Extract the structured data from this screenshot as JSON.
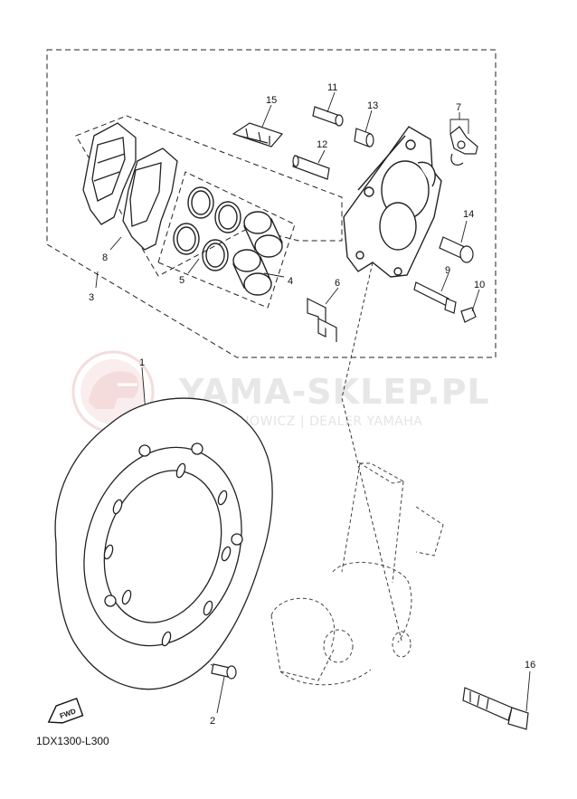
{
  "watermark": {
    "title": "YAMA-SKLEP.PL",
    "subtitle": "WOJCIECHOWICZ | DEALER YAMAHA",
    "logo": "yamaha-helmet-logo",
    "color": "#e9b3b3"
  },
  "diagram_code": "1DX1300-L300",
  "fwd_label": "FWD",
  "callouts": {
    "c1": "1",
    "c2": "2",
    "c3": "3",
    "c4": "4",
    "c5": "5",
    "c6": "6",
    "c7": "7",
    "c8": "8",
    "c9": "9",
    "c10": "10",
    "c11": "11",
    "c12": "12",
    "c13": "13",
    "c14": "14",
    "c15": "15",
    "c16": "16"
  }
}
